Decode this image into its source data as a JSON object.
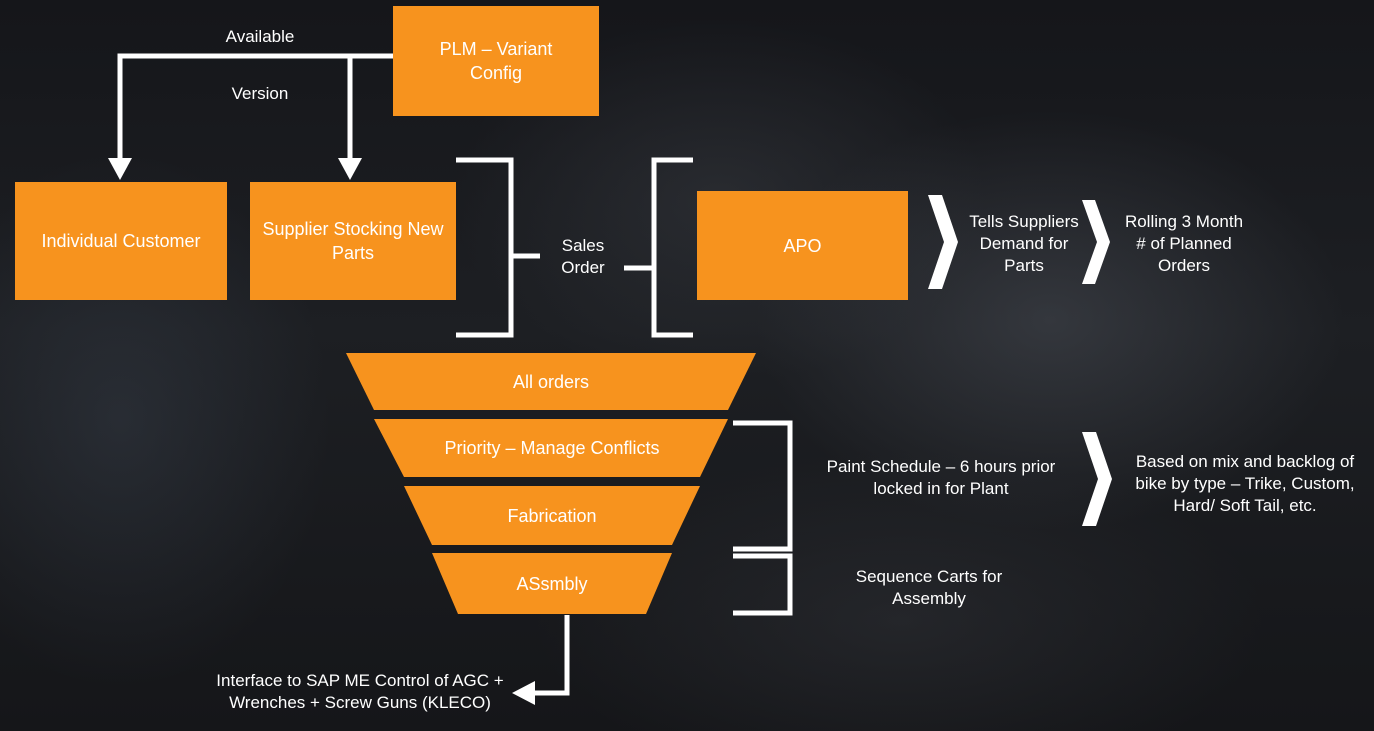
{
  "colors": {
    "accent": "#f7931e",
    "background": "#16171a",
    "text": "#ffffff"
  },
  "boxes": {
    "plm": "PLM – Variant Config",
    "individual_customer": "Individual Customer",
    "supplier_stocking": "Supplier Stocking New Parts",
    "apo": "APO"
  },
  "labels": {
    "available": "Available",
    "version": "Version",
    "sales_order": "Sales Order",
    "tells_suppliers": "Tells Suppliers Demand for Parts",
    "rolling": "Rolling 3 Month # of Planned Orders",
    "paint_schedule": "Paint Schedule – 6 hours prior locked in for Plant",
    "based_on_mix": "Based on mix and backlog of bike by type – Trike, Custom, Hard/ Soft Tail, etc.",
    "sequence_carts": "Sequence Carts for Assembly",
    "interface": "Interface to SAP ME Control of AGC + Wrenches + Screw Guns (KLECO)"
  },
  "funnel": [
    "All orders",
    "Priority – Manage Conflicts",
    "Fabrication",
    "ASsmbly"
  ]
}
